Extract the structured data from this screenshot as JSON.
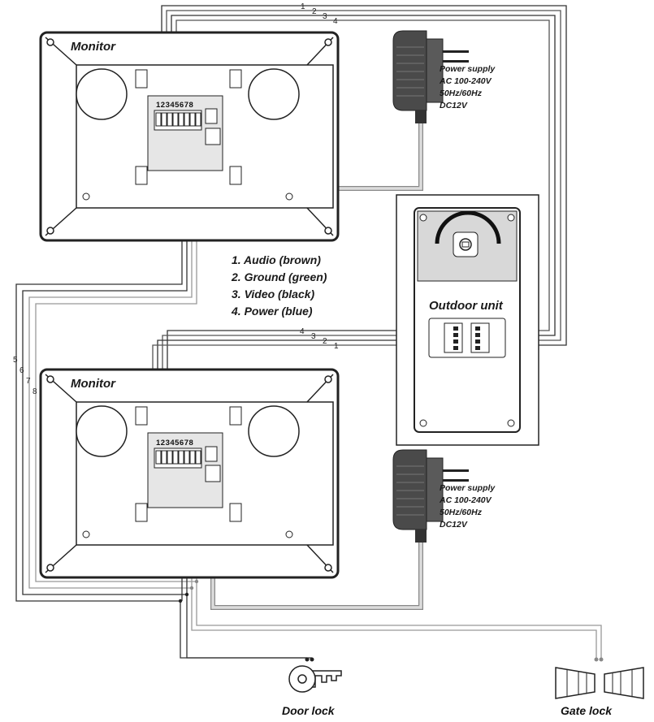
{
  "monitor_top": {
    "title": "Monitor",
    "terminals": "12345678"
  },
  "monitor_bottom": {
    "title": "Monitor",
    "terminals": "12345678"
  },
  "power_top": {
    "line1": "Power supply",
    "line2": "AC 100-240V",
    "line3": "50Hz/60Hz",
    "line4": "DC12V"
  },
  "power_bottom": {
    "line1": "Power supply",
    "line2": "AC 100-240V",
    "line3": "50Hz/60Hz",
    "line4": "DC12V"
  },
  "legend": {
    "audio": "1. Audio  (brown)",
    "ground": "2. Ground (green)",
    "video": "3. Video  (black)",
    "power": "4. Power (blue)"
  },
  "outdoor_unit": {
    "title": "Outdoor unit"
  },
  "wire_numbers_top": [
    "1",
    "2",
    "3",
    "4"
  ],
  "wire_numbers_mid": [
    "4",
    "3",
    "2",
    "1"
  ],
  "wire_numbers_left": [
    "5",
    "6",
    "7",
    "8"
  ],
  "door_lock": {
    "label": "Door lock"
  },
  "gate_lock": {
    "label": "Gate lock"
  }
}
